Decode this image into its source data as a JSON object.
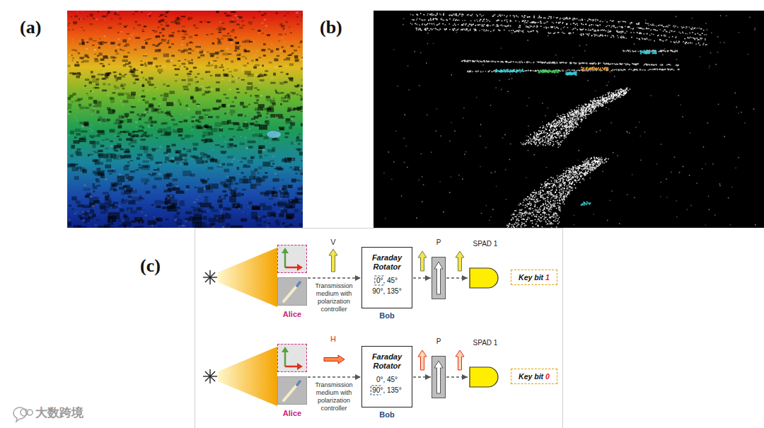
{
  "diagram": {
    "nodes": [
      {
        "text": [
          "Alice"
        ]
      },
      {
        "text": [
          "Faraday Rotator",
          "0°, 45°",
          "90°, 135°"
        ]
      },
      {
        "text": [
          "P"
        ]
      },
      {
        "text": [
          "SPAD 1"
        ]
      },
      {
        "text": [
          "Key bit",
          "1"
        ]
      },
      {
        "text": [
          "Alice"
        ]
      },
      {
        "text": [
          "Faraday Rotator",
          "0°, 45°",
          "90°, 135°"
        ]
      },
      {
        "text": [
          "P"
        ]
      },
      {
        "text": [
          "SPAD 1"
        ]
      },
      {
        "text": [
          "Key bit",
          "0"
        ]
      }
    ],
    "edges": [
      {
        "from": 0,
        "to": 1,
        "arrow": "to"
      },
      {
        "from": 1,
        "to": 2,
        "arrow": "to"
      },
      {
        "from": 2,
        "to": 3,
        "arrow": "to"
      },
      {
        "from": 5,
        "to": 6,
        "arrow": "to"
      },
      {
        "from": 6,
        "to": 7,
        "arrow": "to"
      },
      {
        "from": 7,
        "to": 8,
        "arrow": "to"
      }
    ],
    "labels": [
      "(a)",
      "(b)",
      "(c)",
      "V",
      "Transmission medium with polarization controller",
      "Bob",
      "H",
      "Transmission medium with polarization controller",
      "Bob",
      "大数跨境"
    ]
  }
}
